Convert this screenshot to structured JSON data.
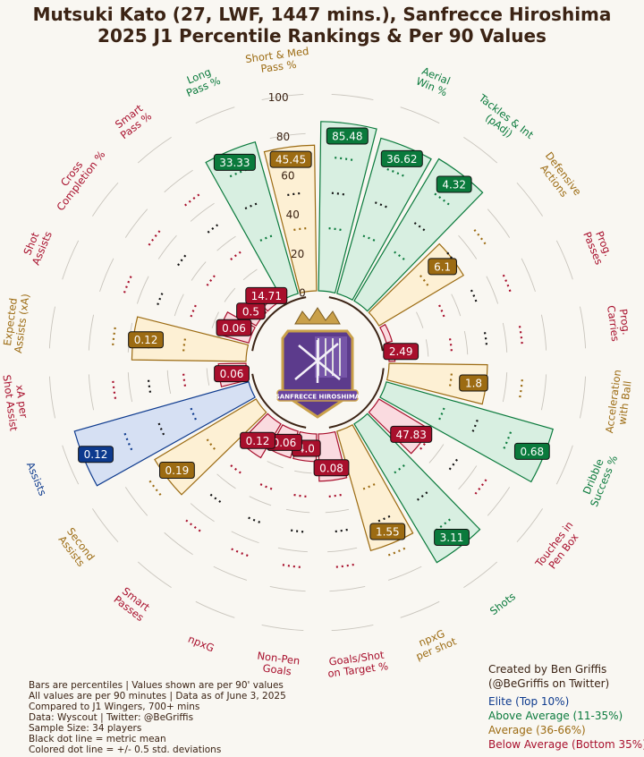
{
  "header": {
    "title_line1": "Mutsuki Kato (27, LWF, 1447 mins.), Sanfrecce Hiroshima",
    "title_line2": "2025 J1 Percentile Rankings & Per 90 Values"
  },
  "colors": {
    "elite": "#0d3a8e",
    "above_average": "#0a7a3c",
    "average": "#9c6b12",
    "below_average": "#a80f2c",
    "label_text": "#3b2314"
  },
  "chart_data": {
    "type": "polar-bar",
    "radial_ticks": [
      "0",
      "20",
      "40",
      "60",
      "80",
      "100"
    ],
    "rlim": [
      0,
      100
    ],
    "metrics": [
      {
        "label": "Aerial\nWin %",
        "percentile": 82,
        "value": "36.62",
        "tier": "above_average"
      },
      {
        "label": "Tackles & Int\n(pAdj)",
        "percentile": 84,
        "value": "4.32",
        "tier": "above_average"
      },
      {
        "label": "Defensive\nActions",
        "percentile": 50,
        "value": "6.1",
        "tier": "average"
      },
      {
        "label": "Prog.\nPasses",
        "percentile": 0,
        "value": "",
        "tier": "below_average"
      },
      {
        "label": "Prog.\nCarries",
        "percentile": 0,
        "value": "2.49",
        "tier": "below_average"
      },
      {
        "label": "Acceleration\nwith Ball",
        "percentile": 50,
        "value": "1.8",
        "tier": "average"
      },
      {
        "label": "Dribble\nSuccess %",
        "percentile": 88,
        "value": "0.68",
        "tier": "above_average"
      },
      {
        "label": "Touches in\nPen Box",
        "percentile": 30,
        "value": "47.83",
        "tier": "below_average"
      },
      {
        "label": "Shots",
        "percentile": 82,
        "value": "3.11",
        "tier": "above_average"
      },
      {
        "label": "npxG\nper shot",
        "percentile": 63,
        "value": "1.55",
        "tier": "average"
      },
      {
        "label": "Goals/Shot\non Target %",
        "percentile": 24,
        "value": "0.08",
        "tier": "below_average"
      },
      {
        "label": "Non-Pen\nGoals",
        "percentile": 14,
        "value": "4.0",
        "tier": "below_average"
      },
      {
        "label": "npxG",
        "percentile": 14,
        "value": "0.06",
        "tier": "below_average"
      },
      {
        "label": "Smart\nPasses",
        "percentile": 20,
        "value": "0.12",
        "tier": "below_average"
      },
      {
        "label": "Second\nAssists",
        "percentile": 60,
        "value": "0.19",
        "tier": "average"
      },
      {
        "label": "Assists",
        "percentile": 92,
        "value": "0.12",
        "tier": "elite"
      },
      {
        "label": "xA per\nShot Assist",
        "percentile": 14,
        "value": "0.06",
        "tier": "below_average"
      },
      {
        "label": "Expected\nAssists (xA)",
        "percentile": 58,
        "value": "0.12",
        "tier": "average"
      },
      {
        "label": "Shot\nAssists",
        "percentile": 16,
        "value": "0.06",
        "tier": "below_average"
      },
      {
        "label": "Cross\nCompletion %",
        "percentile": 10,
        "value": "0.5",
        "tier": "below_average"
      },
      {
        "label": "Smart\nPass %",
        "percentile": 0,
        "value": "14.71",
        "tier": "below_average"
      },
      {
        "label": "Long\nPass %",
        "percentile": 80,
        "value": "33.33",
        "tier": "above_average"
      },
      {
        "label": "Short & Med\nPass %",
        "percentile": 74,
        "value": "45.45",
        "tier": "average"
      },
      {
        "label": "",
        "percentile": 86,
        "value": "85.48",
        "tier": "above_average"
      }
    ]
  },
  "logo": {
    "text": "SANFRECCE HIROSHIMA"
  },
  "notes": [
    "Bars are percentiles | Values shown are per 90' values",
    "All values are per 90 minutes | Data as of June 3, 2025",
    "Compared to J1 Wingers, 700+ mins",
    "Data: Wyscout | Twitter: @BeGriffis",
    "Sample Size: 34 players",
    "Black dot line = metric mean",
    "Colored dot line = +/- 0.5 std. deviations"
  ],
  "credit": {
    "line1": "Created by Ben Griffis",
    "line2": "(@BeGriffis on Twitter)"
  },
  "legend": [
    {
      "label": "Elite (Top 10%)",
      "tier": "elite"
    },
    {
      "label": "Above Average (11-35%)",
      "tier": "above_average"
    },
    {
      "label": "Average (36-66%)",
      "tier": "average"
    },
    {
      "label": "Below Average (Bottom 35%)",
      "tier": "below_average"
    }
  ]
}
